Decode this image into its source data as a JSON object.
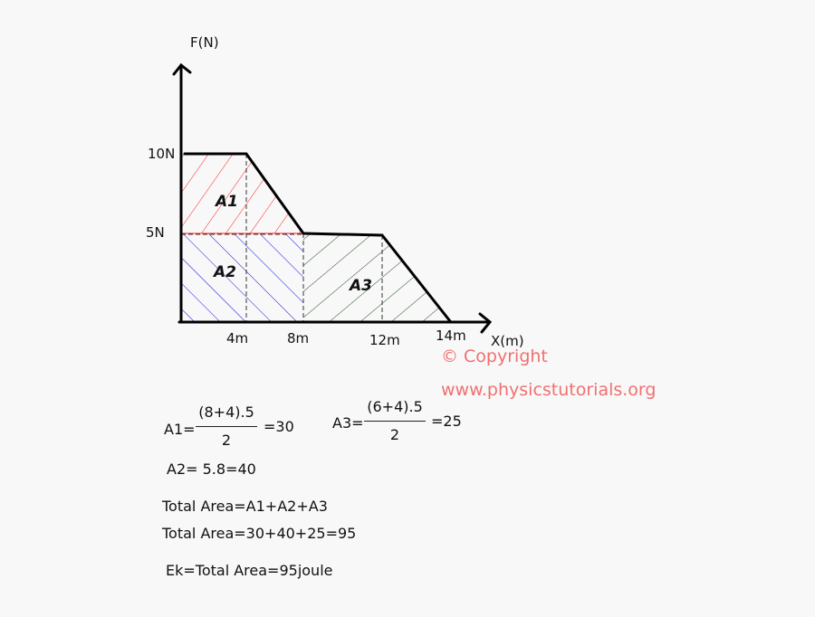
{
  "diagram": {
    "y_axis_label": "F(N)",
    "x_axis_label": "X(m)",
    "y_ticks": [
      "10N",
      "5N"
    ],
    "x_ticks": [
      "4m",
      "8m",
      "12m",
      "14m"
    ],
    "regions": [
      {
        "label": "A1",
        "color": "#ff0000"
      },
      {
        "label": "A2",
        "color": "#0000dd"
      },
      {
        "label": "A3",
        "color": "#1f4f1f"
      }
    ],
    "curve_points": [
      [
        0,
        10
      ],
      [
        4,
        10
      ],
      [
        8,
        5
      ],
      [
        12,
        5
      ],
      [
        14,
        0
      ]
    ]
  },
  "watermark": {
    "copyright": "© Copyright",
    "site": "www.physicstutorials.org"
  },
  "equations": {
    "a1_label": "A1=",
    "a1_numerator": "(8+4).5",
    "a1_denominator": "2",
    "a1_result": "=30",
    "a3_label": "A3=",
    "a3_numerator": "(6+4).5",
    "a3_denominator": "2",
    "a3_result": "=25",
    "a2": "A2= 5.8=40",
    "total_formula": "Total Area=A1+A2+A3",
    "total_values": "Total Area=30+40+25=95",
    "energy": "Ek=Total Area=95joule"
  }
}
